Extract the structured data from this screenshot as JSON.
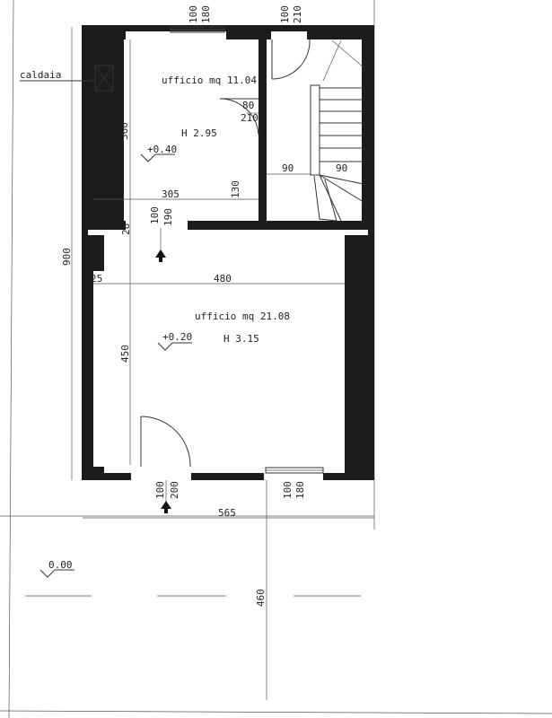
{
  "plan": {
    "boiler_label": "caldaia",
    "upper_room": {
      "name_area": "ufficio mq 11.04",
      "height": "H 2.95",
      "level": "+0.40"
    },
    "lower_room": {
      "name_area": "ufficio mq 21.08",
      "height": "H 3.15",
      "level": "+0.20"
    },
    "ground_level": "0.00",
    "openings": {
      "top_window": [
        "100",
        "180"
      ],
      "top_door": [
        "100",
        "210"
      ],
      "inner_door": [
        "80",
        "210"
      ],
      "passage": [
        "100",
        "190"
      ],
      "entry_door": [
        "100",
        "200"
      ],
      "bottom_window": [
        "100",
        "180"
      ]
    },
    "dimensions": {
      "upper_height": "360",
      "upper_width": "305",
      "stair_step_left": "130",
      "stair_run_a": "90",
      "stair_run_b": "90",
      "notch": "28",
      "wall_offset": "25",
      "lower_width": "480",
      "lower_height": "450",
      "total_height": "900",
      "total_width": "565",
      "outside_depth": "460"
    }
  }
}
